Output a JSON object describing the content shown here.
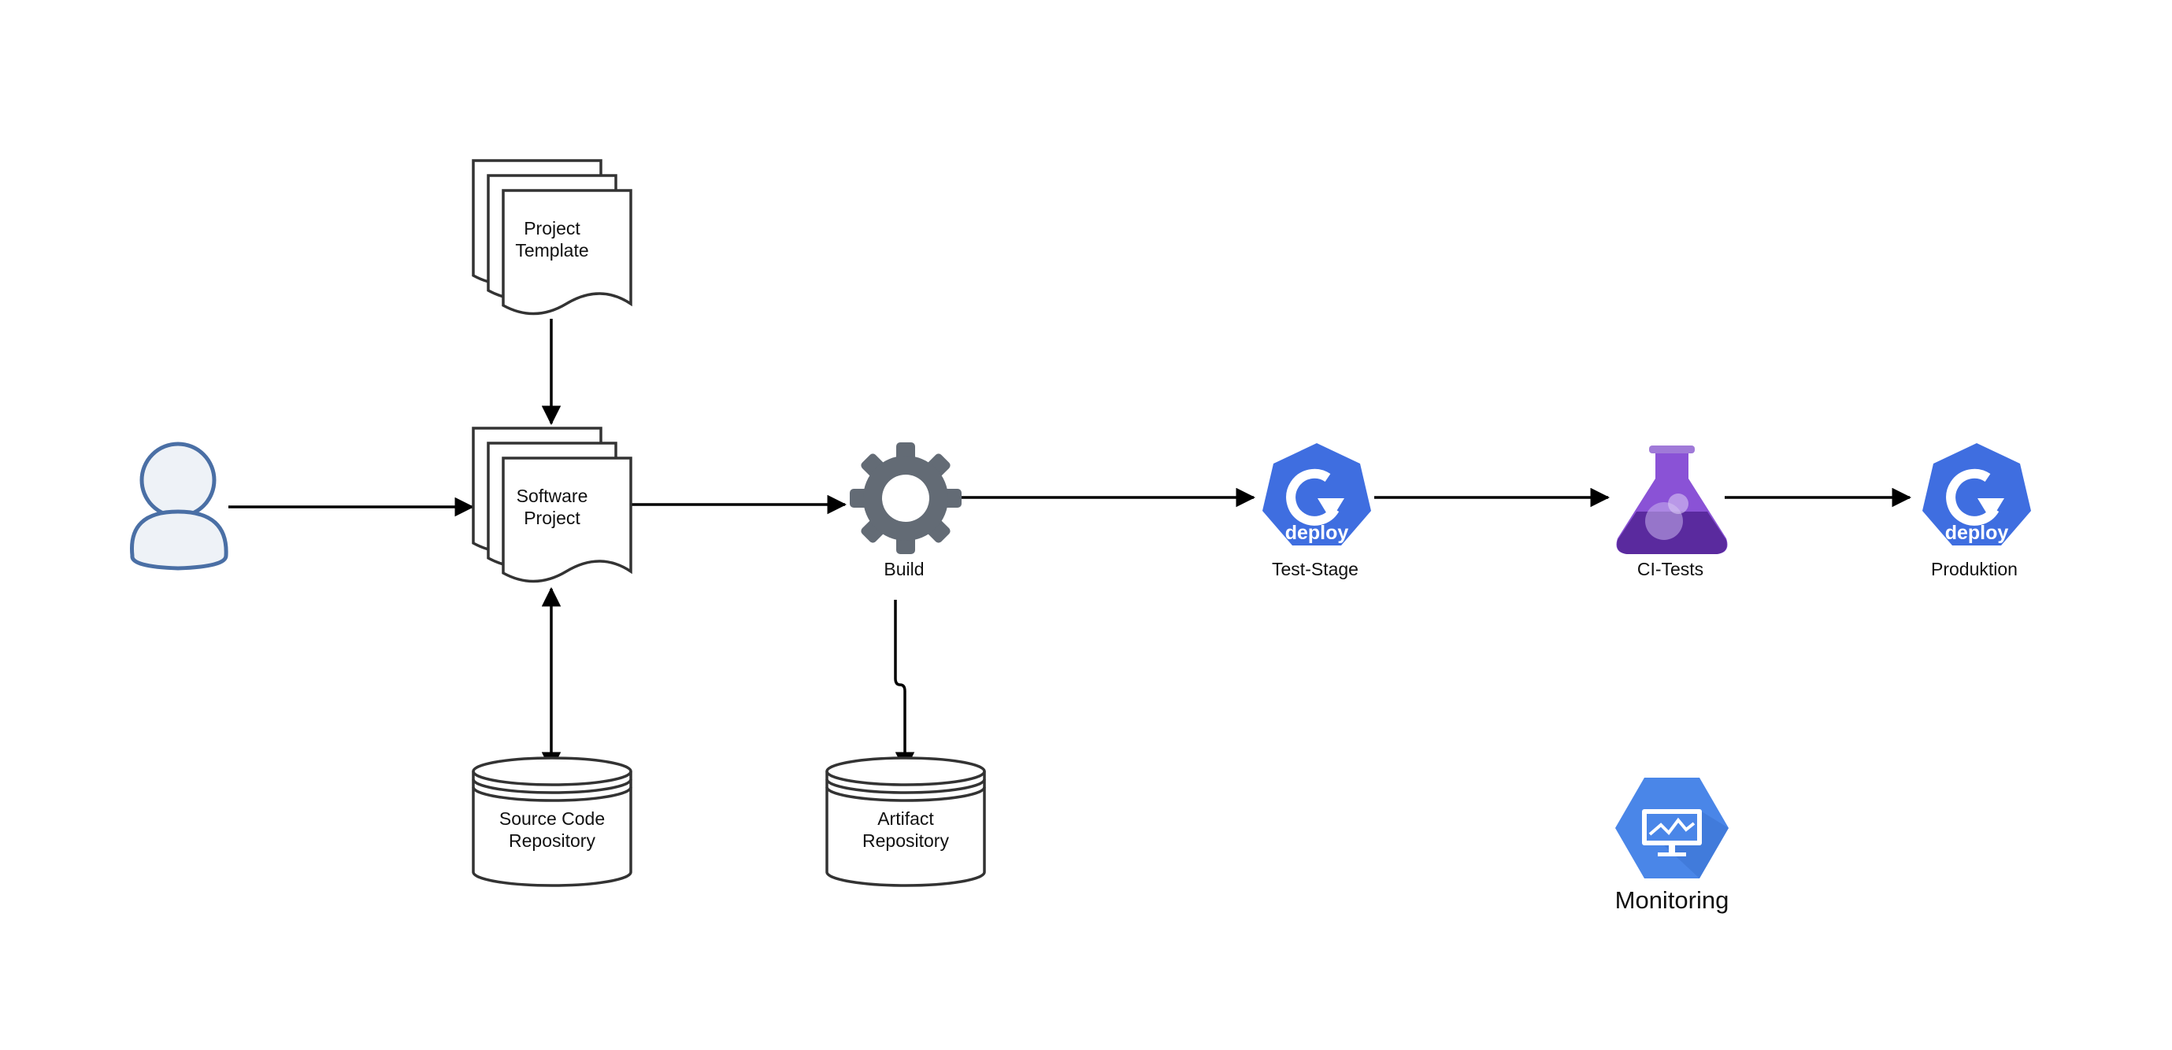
{
  "diagram": {
    "nodes": {
      "user": {
        "label": ""
      },
      "project_template": {
        "line1": "Project",
        "line2": "Template"
      },
      "software_project": {
        "line1": "Software",
        "line2": "Project"
      },
      "build": {
        "label": "Build"
      },
      "source_code_repository": {
        "line1": "Source Code",
        "line2": "Repository"
      },
      "artifact_repository": {
        "line1": "Artifact",
        "line2": "Repository"
      },
      "test_stage": {
        "label": "Test-Stage",
        "badge": "deploy"
      },
      "ci_tests": {
        "label": "CI-Tests"
      },
      "produktion": {
        "label": "Produktion",
        "badge": "deploy"
      },
      "monitoring": {
        "label": "Monitoring"
      }
    },
    "edges": [
      {
        "from": "user",
        "to": "software_project"
      },
      {
        "from": "project_template",
        "to": "software_project"
      },
      {
        "from": "software_project",
        "to": "source_code_repository",
        "bidirectional": true
      },
      {
        "from": "software_project",
        "to": "build"
      },
      {
        "from": "build",
        "to": "artifact_repository"
      },
      {
        "from": "build",
        "to": "test_stage"
      },
      {
        "from": "test_stage",
        "to": "ci_tests"
      },
      {
        "from": "ci_tests",
        "to": "produktion"
      }
    ],
    "colors": {
      "user_stroke": "#4a6fa5",
      "user_fill": "#eef2f7",
      "gear": "#636b75",
      "deploy_blue": "#3f6ee0",
      "flask_purple": "#7b3fc4",
      "monitoring_blue": "#4a86e8"
    },
    "icons": {
      "user": "user-icon",
      "build": "gear-icon",
      "deploy": "kubernetes-deploy-icon",
      "tests": "flask-icon",
      "monitoring": "monitor-icon"
    }
  }
}
